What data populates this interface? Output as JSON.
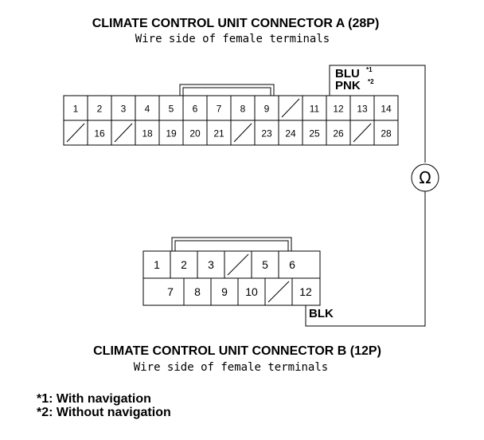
{
  "connector_a": {
    "title": "CLIMATE CONTROL UNIT CONNECTOR A (28P)",
    "subtitle": "Wire side of female terminals",
    "top_row": [
      "1",
      "2",
      "3",
      "4",
      "5",
      "6",
      "7",
      "8",
      "9",
      "",
      "11",
      "12",
      "13",
      "14"
    ],
    "bottom_row": [
      "",
      "16",
      "",
      "18",
      "19",
      "20",
      "21",
      "",
      "23",
      "24",
      "25",
      "26",
      "",
      "28"
    ]
  },
  "connector_b": {
    "title": "CLIMATE CONTROL UNIT CONNECTOR B (12P)",
    "subtitle": "Wire side of female terminals",
    "top_row": [
      "1",
      "2",
      "3",
      "",
      "5",
      "6"
    ],
    "bottom_row": [
      "7",
      "8",
      "9",
      "10",
      "",
      "12"
    ]
  },
  "wires": {
    "blu": "BLU",
    "blu_note": "*1",
    "pnk": "PNK",
    "pnk_note": "*2",
    "blk": "BLK"
  },
  "meter_symbol": "Ω",
  "notes": [
    "*1: With navigation",
    "*2: Without navigation"
  ]
}
